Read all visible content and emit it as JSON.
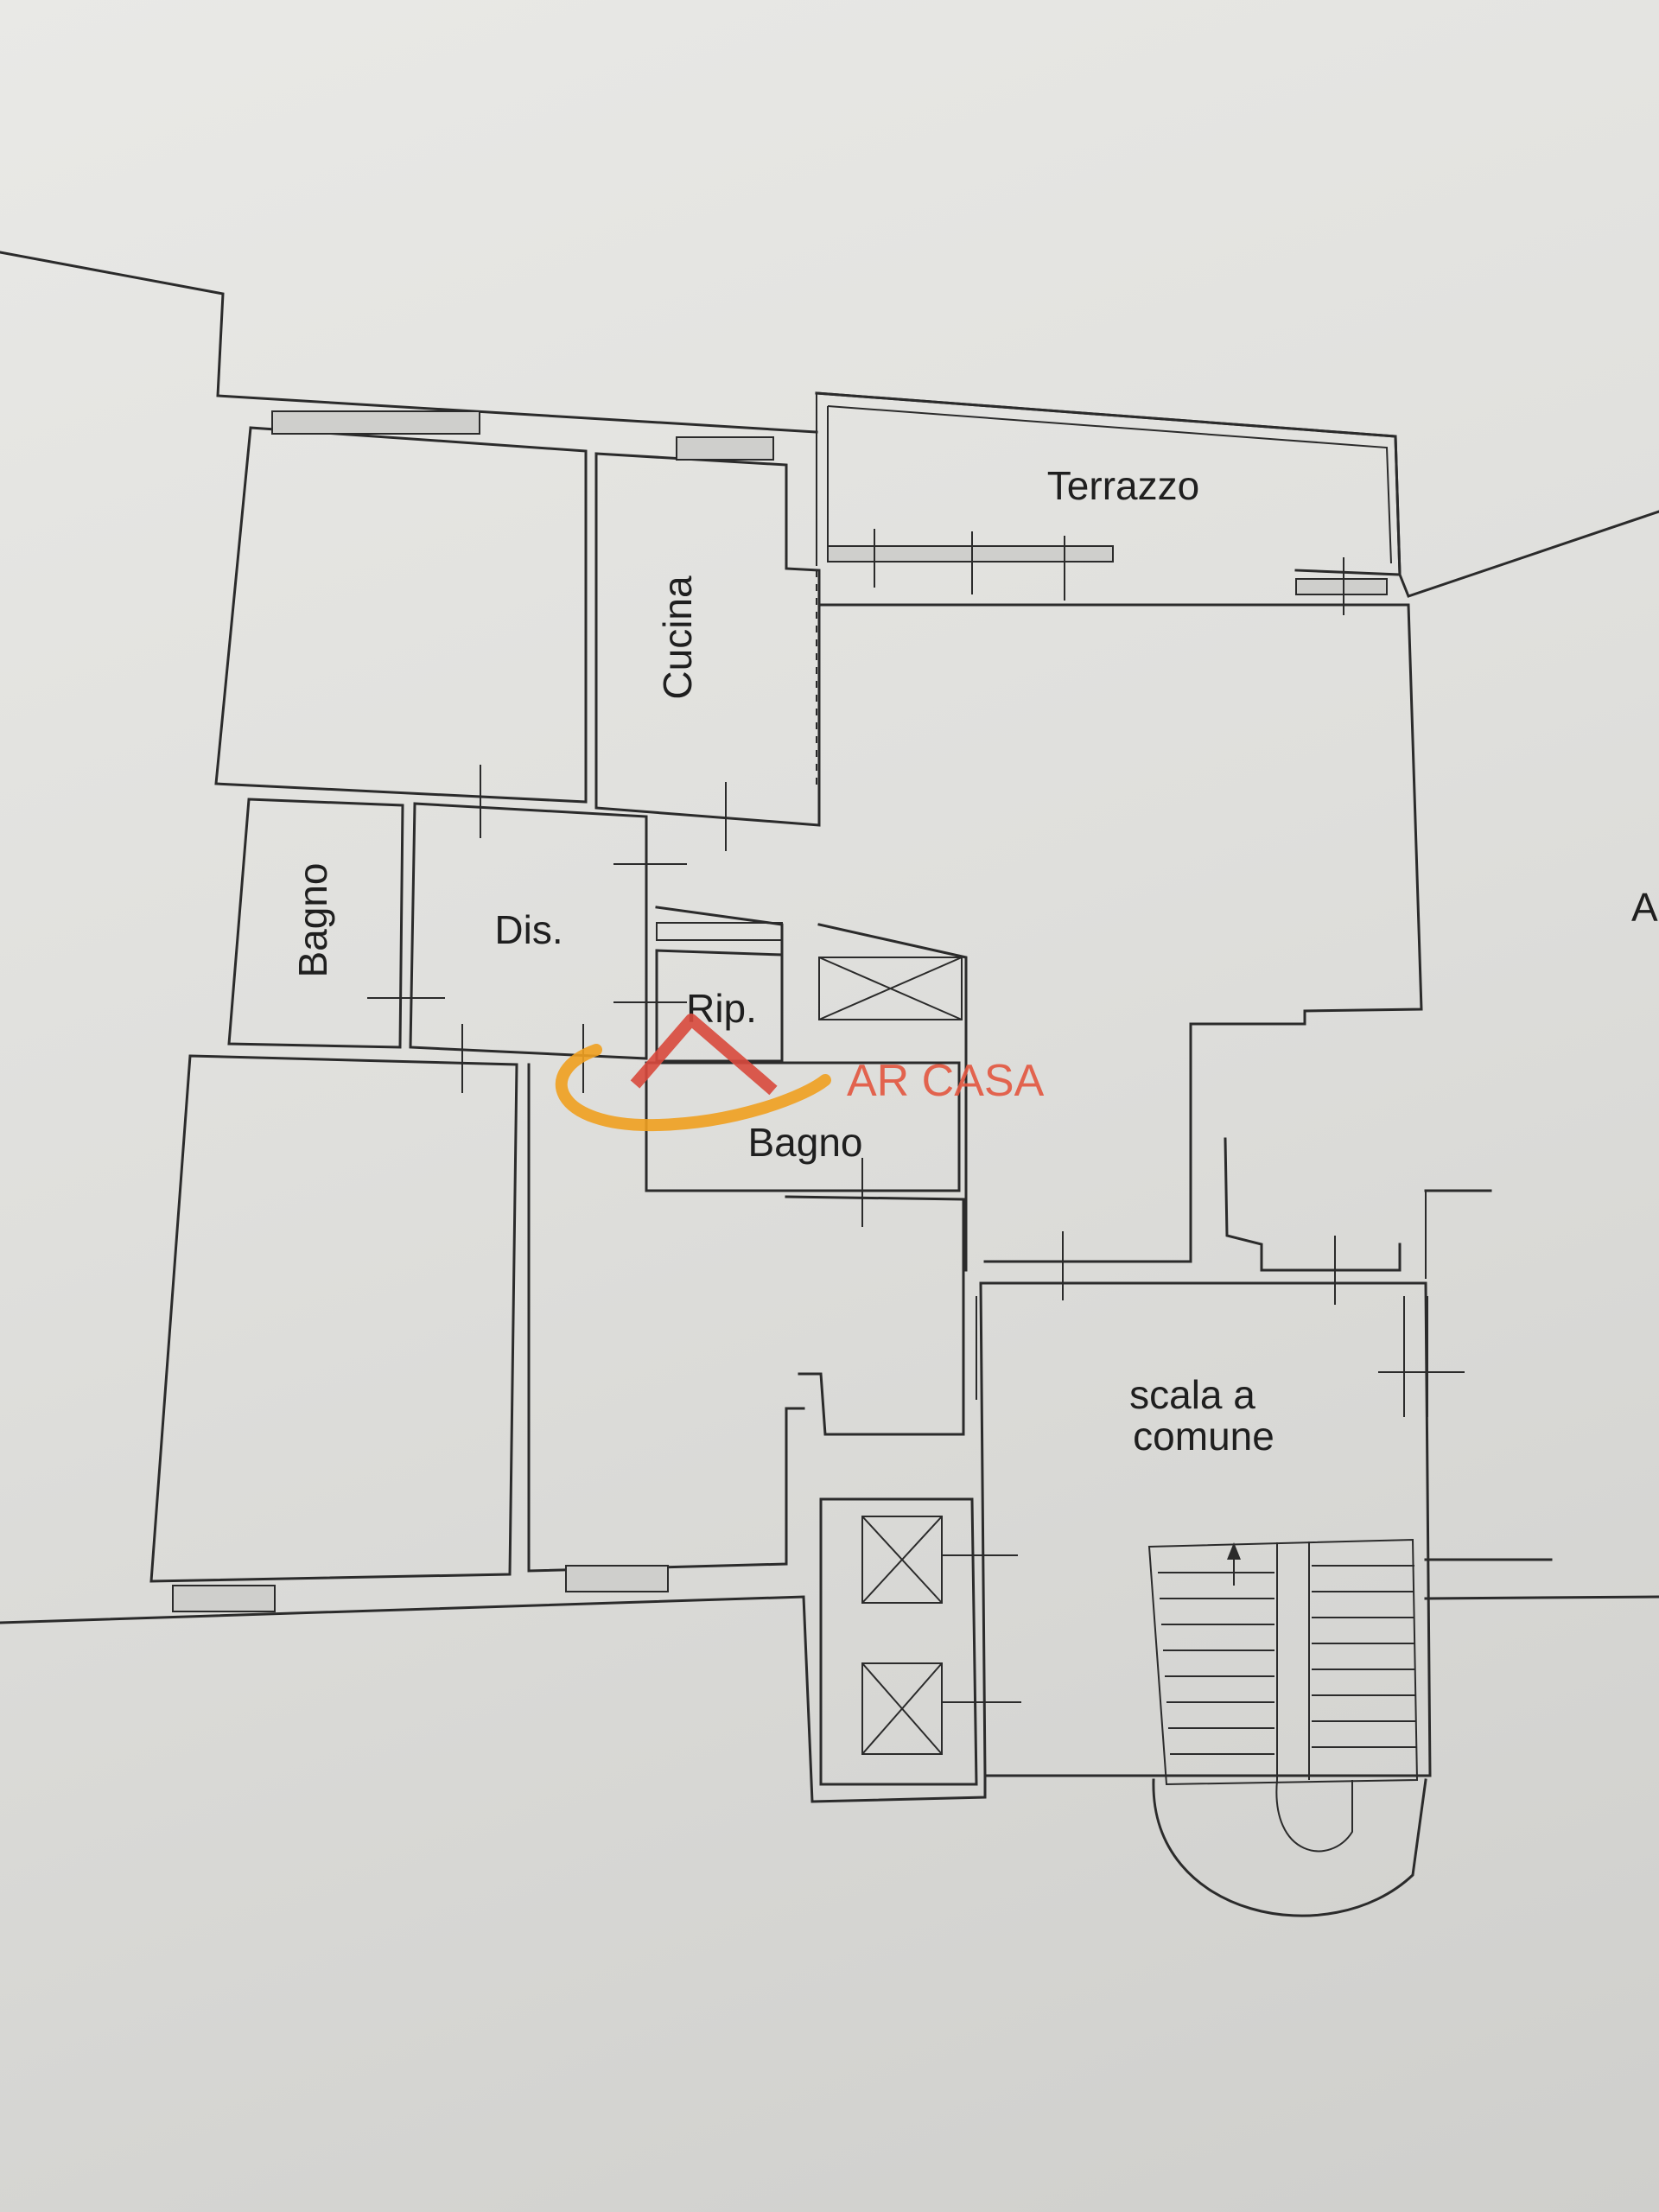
{
  "rooms": {
    "terrazzo": "Terrazzo",
    "cucina": "Cucina",
    "bagno_left": "Bagno",
    "dis": "Dis.",
    "rip": "Rip.",
    "bagno_center": "Bagno",
    "scala_line1": "scala a",
    "scala_line2": "comune",
    "edge_letter": "A"
  },
  "watermark": {
    "text": "AR CASA",
    "color_text": "#e3563f",
    "color_roof": "#d94a3d",
    "color_swoosh": "#f0a020"
  }
}
